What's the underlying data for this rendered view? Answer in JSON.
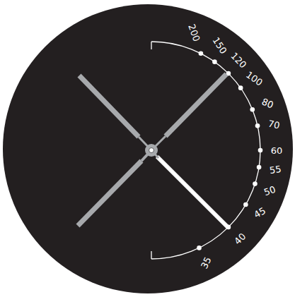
{
  "diagram": {
    "labels": [
      "200",
      "150",
      "120",
      "100",
      "80",
      "70",
      "60",
      "55",
      "50",
      "45",
      "40",
      "35"
    ]
  }
}
